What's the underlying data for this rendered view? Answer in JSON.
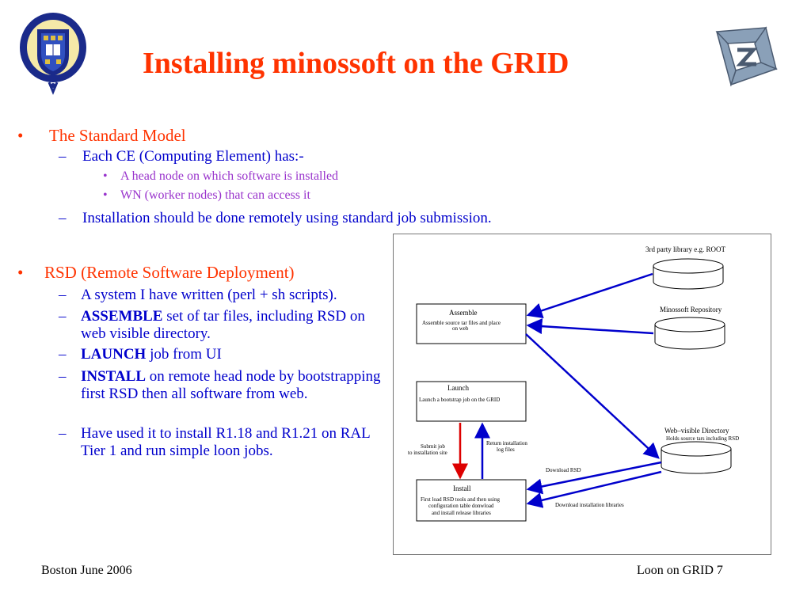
{
  "slide": {
    "title": "Installing minossoft on the GRID",
    "footer_left": "Boston June 2006",
    "footer_right": "Loon on GRID 7"
  },
  "bullets1": {
    "marker": "•",
    "dash": "–",
    "sub_marker": "•",
    "heading": "The Standard Model",
    "sub1": "Each CE (Computing Element) has:-",
    "subsub1": "A head node on which software is installed",
    "subsub2": "WN (worker nodes) that can access it",
    "sub2": "Installation should be done remotely using standard job submission."
  },
  "bullets2": {
    "heading": "RSD (Remote Software Deployment)",
    "item1": "A system I have written (perl + sh scripts).",
    "item2_bold": "ASSEMBLE",
    "item2_rest": " set of tar files, including RSD on web visible directory.",
    "item3_bold": "LAUNCH",
    "item3_rest": " job from UI",
    "item4_bold": "INSTALL",
    "item4_rest": " on remote head node by bootstrapping first RSD then all software from web.",
    "item5": "Have used it to install R1.18 and R1.21 on RAL Tier 1 and run simple loon jobs."
  },
  "diagram": {
    "lib_label": "3rd party library e.g. ROOT",
    "repo_label": "Minossoft Repository",
    "webdir_label": "Web–visible Directory",
    "webdir_sub": "Holds source tars including RSD",
    "assemble_title": "Assemble",
    "assemble_desc1": "Assemble source tar files and place",
    "assemble_desc2": "on web",
    "launch_title": "Launch",
    "launch_desc": "Launch a bootstrap job on the GRID",
    "install_title": "Install",
    "install_desc1": "First load RSD tools and then using",
    "install_desc2": "configuration table donwload",
    "install_desc3": "and install release libraries",
    "submit1": "Submit job",
    "submit2": "to installation site",
    "return1": "Return installation",
    "return2": "log files",
    "download_rsd": "Download RSD",
    "download_libs": "Download installation libraries"
  },
  "colors": {
    "title": "#ff3300",
    "body_blue": "#0000cc",
    "sub_purple": "#9933cc",
    "arrow_blue": "#0000cc",
    "arrow_red": "#dd0000"
  },
  "logos": {
    "left": "university-of-oxford-crest",
    "right": "grid-triangle-logo"
  }
}
